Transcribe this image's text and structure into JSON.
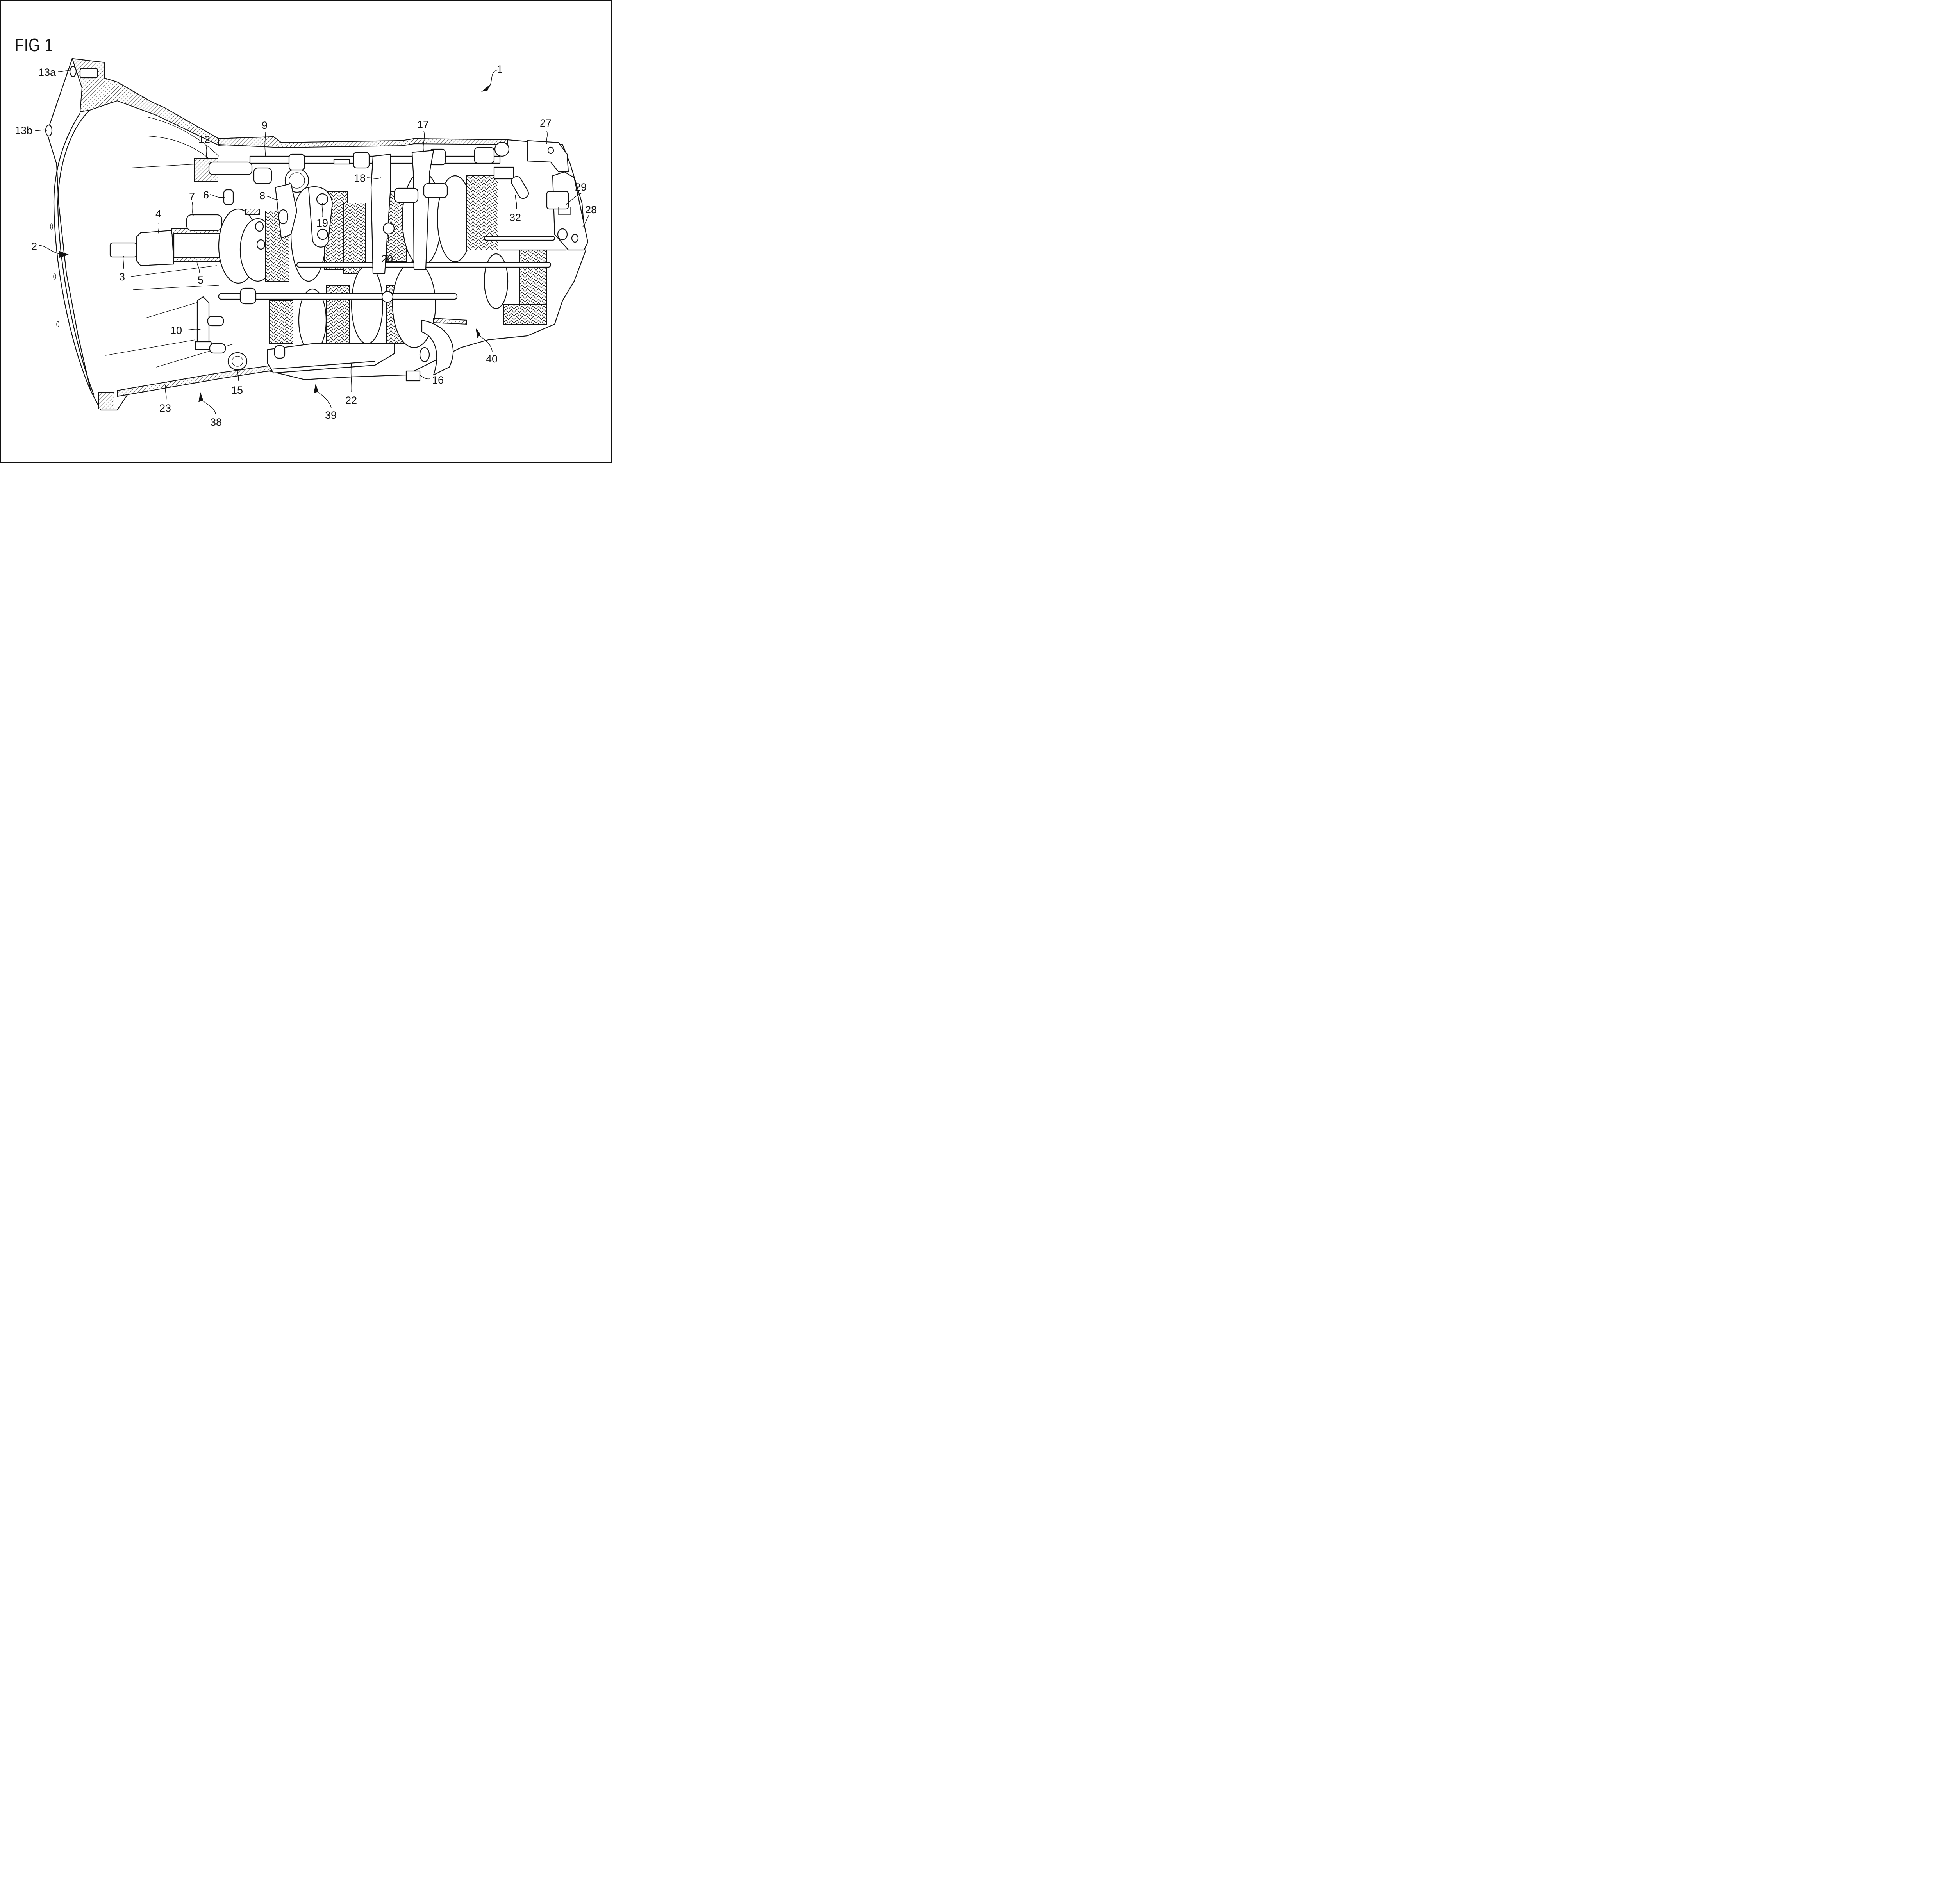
{
  "figure": {
    "title": "FIG 1",
    "type": "patent-drawing",
    "subject": "transmission-cutaway"
  },
  "labels": {
    "l1": "1",
    "l2": "2",
    "l3": "3",
    "l4": "4",
    "l5": "5",
    "l6": "6",
    "l7": "7",
    "l8": "8",
    "l9": "9",
    "l10": "10",
    "l12": "12",
    "l13a": "13a",
    "l13b": "13b",
    "l15": "15",
    "l16": "16",
    "l17": "17",
    "l18": "18",
    "l19": "19",
    "l20": "20",
    "l22": "22",
    "l23": "23",
    "l27": "27",
    "l28": "28",
    "l29": "29",
    "l32": "32",
    "l38": "38",
    "l39": "39",
    "l40": "40"
  },
  "colors": {
    "line": "#111111",
    "background": "#ffffff"
  }
}
